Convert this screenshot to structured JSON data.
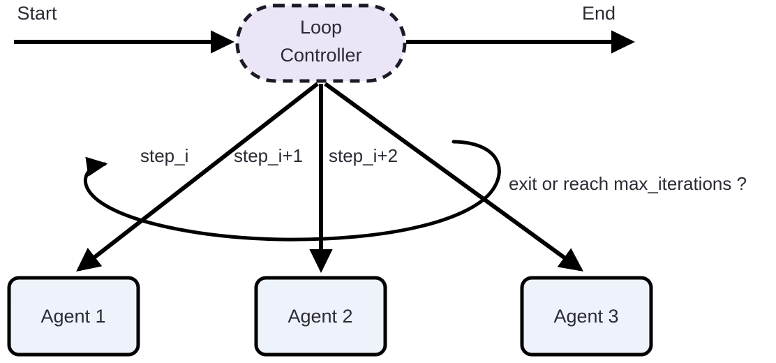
{
  "diagram": {
    "title_visible": false,
    "background_color": "#ffffff",
    "endpoints": {
      "start_label": "Start",
      "end_label": "End"
    },
    "controller": {
      "label_line1": "Loop",
      "label_line2": "Controller",
      "fill_color": "#ece5f8",
      "border_color": "#1b1b26",
      "border_style": "dashed",
      "shape": "stadium"
    },
    "agents": [
      {
        "label": "Agent 1",
        "fill_color": "#eef2fb",
        "border_color": "#000000"
      },
      {
        "label": "Agent 2",
        "fill_color": "#eef2fb",
        "border_color": "#000000"
      },
      {
        "label": "Agent 3",
        "fill_color": "#eef2fb",
        "border_color": "#000000"
      }
    ],
    "step_labels": [
      "step_i",
      "step_i+1",
      "step_i+2"
    ],
    "feedback_label": "exit or reach max_iterations ?",
    "edge_color": "#000000",
    "text_color": "#2b2b36"
  }
}
